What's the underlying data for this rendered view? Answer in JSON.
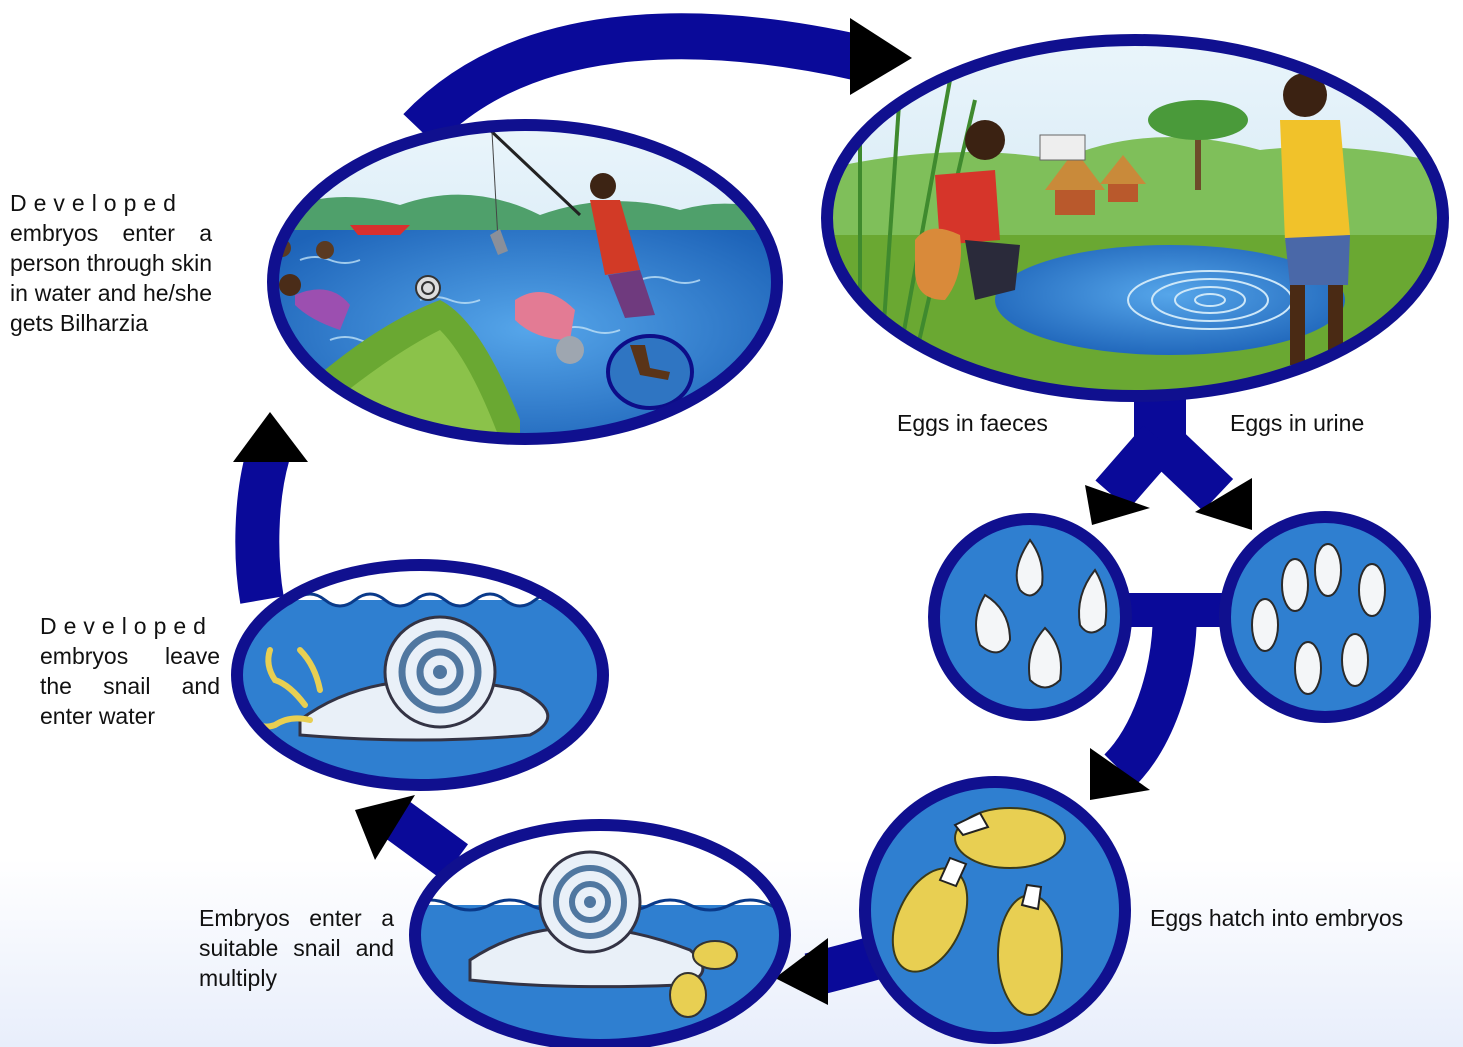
{
  "captions": {
    "infection": {
      "line1": "Developed",
      "rest": "embryos enter a person through skin in water and he/she gets Bilharzia"
    },
    "eggs_faeces": "Eggs in faeces",
    "eggs_urine": "Eggs in urine",
    "leave_snail": {
      "line1": "Developed",
      "rest": "embryos leave the snail and enter water"
    },
    "enter_snail": "Embryos enter a suitable snail and multiply",
    "hatch": "Eggs hatch into embryos"
  },
  "colors": {
    "arrow": "#0a0a99",
    "frame": "#10108f",
    "water": "#2f7fd0",
    "sky": "#d8ecf7",
    "grass": "#6aa832",
    "egg_yellow": "#e8cf52",
    "shell": "#e9f0f8"
  }
}
